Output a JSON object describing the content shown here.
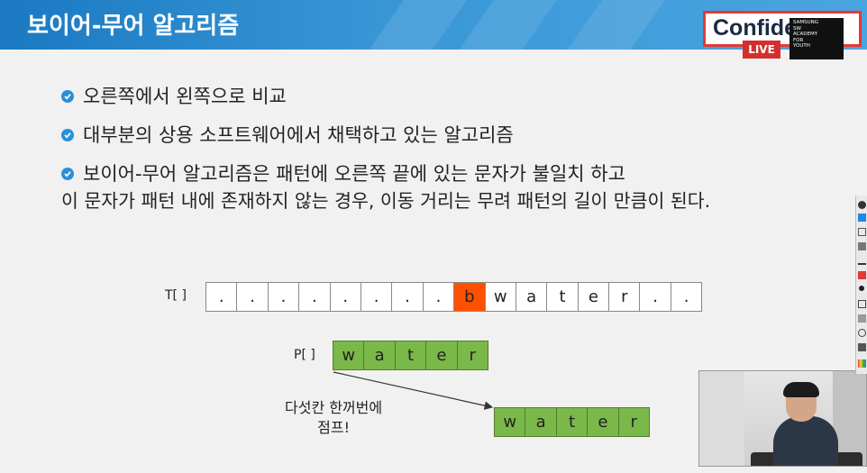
{
  "header": {
    "title": "보이어-무어 알고리즘",
    "confidential": "Confidential",
    "live": "LIVE"
  },
  "logo": {
    "lines": [
      "SAMSUNG",
      "SW",
      "ACADEMY",
      "FOR",
      "YOUTH"
    ]
  },
  "bullets": [
    {
      "text": "오른쪽에서 왼쪽으로 비교"
    },
    {
      "text": "대부분의 상용 소프트웨어에서 채택하고 있는 알고리즘"
    },
    {
      "text": "보이어-무어 알고리즘은 패턴에 오른쪽 끝에 있는 문자가 불일치 하고",
      "continuation": "이 문자가 패턴 내에 존재하지 않는 경우, 이동 거리는 무려 패턴의 길이 만큼이 된다."
    }
  ],
  "diagram": {
    "text_label": "T[ ]",
    "text_cells": [
      ".",
      ".",
      ".",
      ".",
      ".",
      ".",
      ".",
      ".",
      "b",
      "w",
      "a",
      "t",
      "e",
      "r",
      ".",
      "."
    ],
    "mismatch_index": 8,
    "pattern_label": "P[ ]",
    "pattern_cells": [
      "w",
      "a",
      "t",
      "e",
      "r"
    ],
    "shifted_cells": [
      "w",
      "a",
      "t",
      "e",
      "r"
    ],
    "note_line1": "다섯칸 한꺼번에",
    "note_line2": "점프!"
  },
  "colors": {
    "accent": "#2a8fd6",
    "mismatch": "#ff5000",
    "pattern": "#7bb84a",
    "header": "#1a79c2"
  }
}
